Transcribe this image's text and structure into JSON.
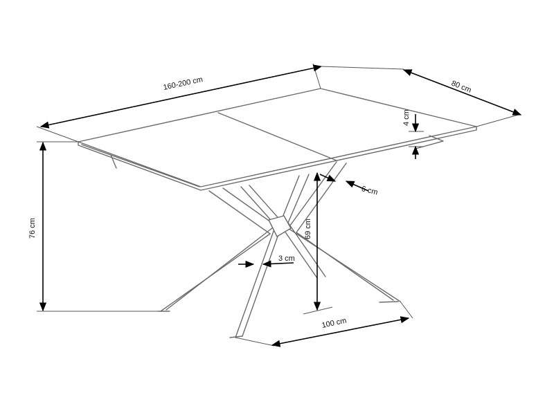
{
  "dimensions": {
    "length": "160-200 cm",
    "depth": "80 cm",
    "top_thickness": "4 cm",
    "height": "76 cm",
    "leg_clearance": "69 cm",
    "leg_width": "6 cm",
    "leg_thickness": "3 cm",
    "base_length": "100 cm"
  },
  "colors": {
    "drawing_line": "#6b6b6b",
    "dimension_line": "#000000",
    "background": "#ffffff"
  }
}
